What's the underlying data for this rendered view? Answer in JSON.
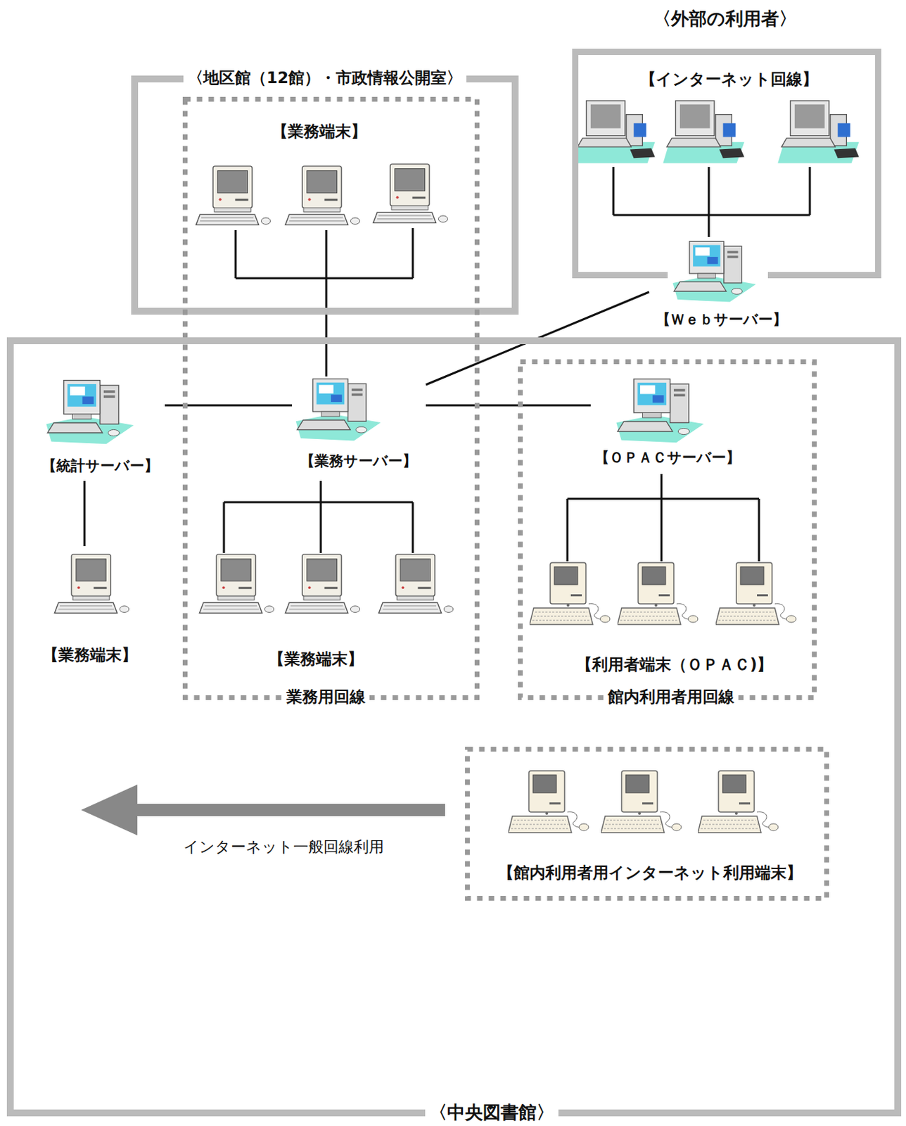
{
  "diagram": {
    "nodes": [
      {
        "text": [
          "〈外部の利用者〉"
        ]
      },
      {
        "text": [
          "【インターネット回線】"
        ],
        "in": 0
      },
      {
        "text": [
          "【Ｗｅｂサーバー】"
        ]
      },
      {
        "text": [
          "〈地区館（12館）・市政情報公開室〉"
        ]
      },
      {
        "text": [
          "業務用回線"
        ]
      },
      {
        "text": [
          "【業務端末】"
        ],
        "in": 3
      },
      {
        "text": [
          "〈中央図書館〉"
        ]
      },
      {
        "text": [
          "【統計サーバー】"
        ],
        "in": 6
      },
      {
        "text": [
          "【業務端末】"
        ],
        "in": 6
      },
      {
        "text": [
          "【業務サーバー】"
        ],
        "in": 4
      },
      {
        "text": [
          "【業務端末】"
        ],
        "in": 4
      },
      {
        "text": [
          "館内利用者用回線"
        ],
        "in": 6
      },
      {
        "text": [
          "【ＯＰＡＣサーバー】"
        ],
        "in": 11
      },
      {
        "text": [
          "【利用者端末（ＯＰＡＣ)】"
        ],
        "in": 11
      },
      {
        "text": [
          "【館内利用者用インターネット利用端末】"
        ],
        "in": 6
      }
    ],
    "edges": [
      {
        "from": 1,
        "to": 2,
        "arrow": "none"
      },
      {
        "from": 5,
        "to": 9,
        "arrow": "none"
      },
      {
        "from": 9,
        "to": 7,
        "arrow": "none"
      },
      {
        "from": 7,
        "to": 8,
        "arrow": "none"
      },
      {
        "from": 9,
        "to": 2,
        "arrow": "none"
      },
      {
        "from": 9,
        "to": 10,
        "arrow": "none"
      },
      {
        "from": 9,
        "to": 12,
        "arrow": "none"
      },
      {
        "from": 12,
        "to": 13,
        "arrow": "none"
      }
    ],
    "labels": [
      "インターネット一般回線利用"
    ]
  }
}
